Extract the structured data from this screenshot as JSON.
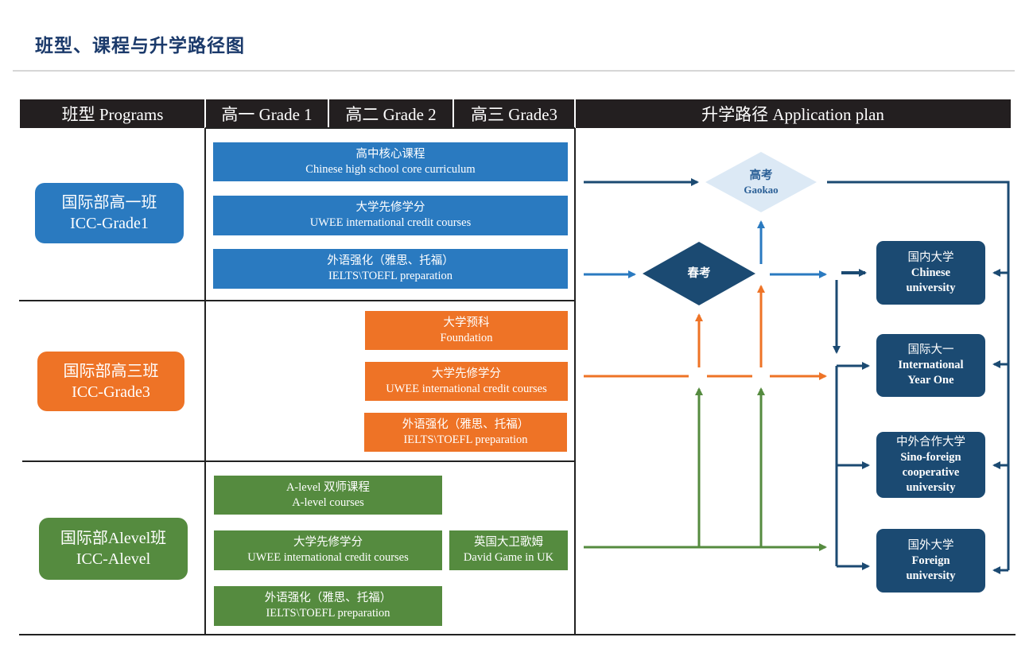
{
  "title": "班型、课程与升学路径图",
  "header": {
    "programs": "班型 Programs",
    "grade1": "高一 Grade 1",
    "grade2": "高二 Grade 2",
    "grade3": "高三 Grade3",
    "application": "升学路径 Application plan"
  },
  "programs": [
    {
      "cn": "国际部高一班",
      "en": "ICC-Grade1",
      "color": "#2a7ac0"
    },
    {
      "cn": "国际部高三班",
      "en": "ICC-Grade3",
      "color": "#ee7326"
    },
    {
      "cn": "国际部Alevel班",
      "en": "ICC-Alevel",
      "color": "#558b3f"
    }
  ],
  "courses": {
    "grade1_track": [
      {
        "cn": "高中核心课程",
        "en": "Chinese high school core curriculum"
      },
      {
        "cn": "大学先修学分",
        "en": "UWEE international credit courses"
      },
      {
        "cn": "外语强化（雅思、托福）",
        "en": "IELTS\\TOEFL preparation"
      }
    ],
    "grade3_track": [
      {
        "cn": "大学预科",
        "en": "Foundation"
      },
      {
        "cn": "大学先修学分",
        "en": "UWEE international credit courses"
      },
      {
        "cn": "外语强化（雅思、托福）",
        "en": "IELTS\\TOEFL preparation"
      }
    ],
    "alevel_track": [
      {
        "cn": "A-level 双师课程",
        "en": "A-level courses"
      },
      {
        "cn": "大学先修学分",
        "en": "UWEE international credit courses"
      },
      {
        "cn": "英国大卫歌姆",
        "en": "David Game in UK"
      },
      {
        "cn": "外语强化（雅思、托福）",
        "en": "IELTS\\TOEFL preparation"
      }
    ]
  },
  "exams": {
    "gaokao": {
      "cn": "高考",
      "en": "Gaokao"
    },
    "chunkao": {
      "cn": "春考"
    }
  },
  "universities": [
    {
      "cn": "国内大学",
      "en": "Chinese university"
    },
    {
      "cn": "国际大一",
      "en": "International Year One"
    },
    {
      "cn": "中外合作大学",
      "en": "Sino-foreign cooperative university"
    },
    {
      "cn": "国外大学",
      "en": "Foreign university"
    }
  ],
  "colors": {
    "blue": "#2a7ac0",
    "orange": "#ee7326",
    "green": "#558b3f",
    "navy": "#1b4a72",
    "gaokao_fill": "#dce9f5",
    "header": "#231f20"
  }
}
